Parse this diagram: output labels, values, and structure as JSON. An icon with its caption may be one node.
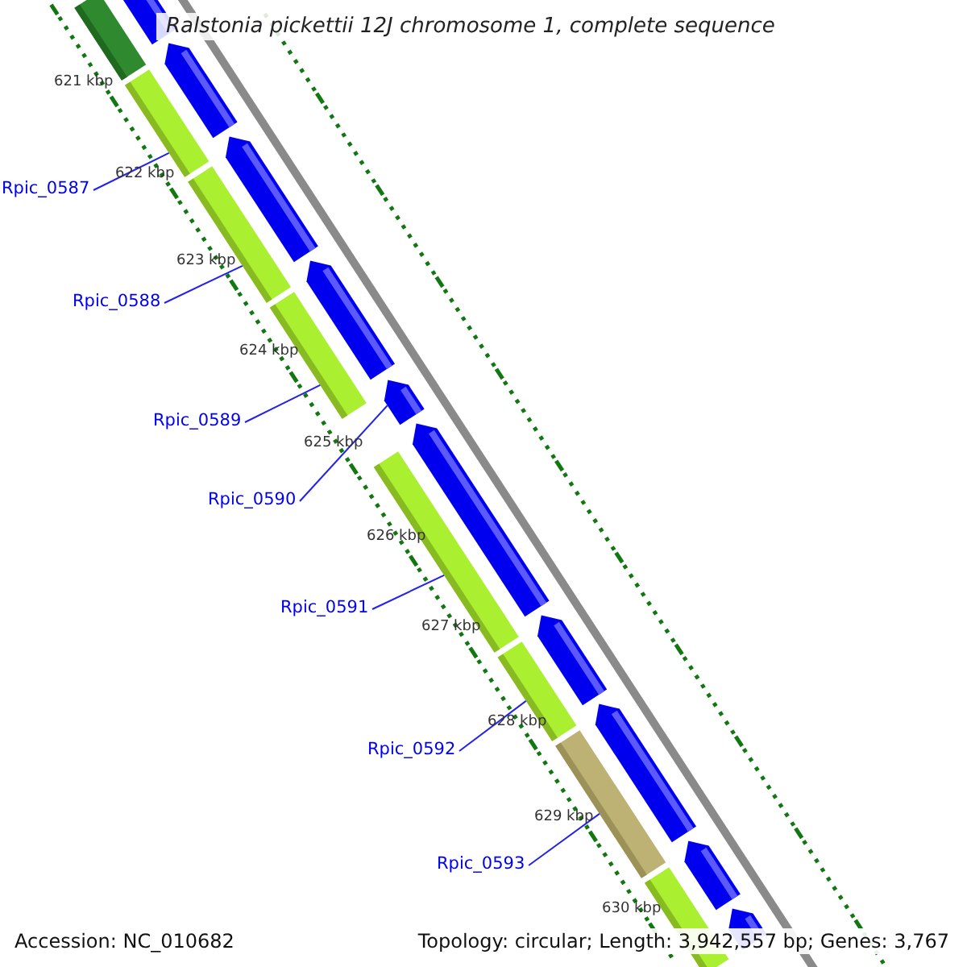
{
  "diagram": {
    "title": "Ralstonia pickettii 12J chromosome 1, complete sequence",
    "nodes": [
      {
        "text": [
          "Rpic_0587"
        ]
      },
      {
        "text": [
          "Rpic_0588"
        ]
      },
      {
        "text": [
          "Rpic_0589"
        ]
      },
      {
        "text": [
          "Rpic_0590"
        ]
      },
      {
        "text": [
          "Rpic_0591"
        ]
      },
      {
        "text": [
          "Rpic_0592"
        ]
      },
      {
        "text": [
          "Rpic_0593"
        ]
      },
      {
        "text": [],
        "shape": "bar"
      },
      {
        "text": [],
        "shape": "bar"
      },
      {
        "text": [],
        "shape": "bar"
      },
      {
        "text": [],
        "shape": "bar"
      },
      {
        "text": [],
        "shape": "bar"
      },
      {
        "text": [],
        "shape": "bar"
      },
      {
        "text": [],
        "shape": "bar"
      },
      {
        "text": [],
        "shape": "bar"
      },
      {
        "text": [],
        "shape": "arrow"
      },
      {
        "text": [],
        "shape": "arrow"
      },
      {
        "text": [],
        "shape": "arrow"
      },
      {
        "text": [],
        "shape": "arrow"
      },
      {
        "text": [],
        "shape": "arrow"
      },
      {
        "text": [],
        "shape": "arrow"
      },
      {
        "text": [],
        "shape": "arrow"
      },
      {
        "text": [],
        "shape": "arrow"
      },
      {
        "text": [],
        "shape": "arrow"
      },
      {
        "text": [],
        "shape": "arrow"
      }
    ],
    "edges": [
      {
        "from": 0,
        "to": 8,
        "arrow": "none"
      },
      {
        "from": 1,
        "to": 9,
        "arrow": "none"
      },
      {
        "from": 2,
        "to": 10,
        "arrow": "none"
      },
      {
        "from": 3,
        "to": 19,
        "arrow": "none"
      },
      {
        "from": 4,
        "to": 11,
        "arrow": "none"
      },
      {
        "from": 5,
        "to": 12,
        "arrow": "none"
      },
      {
        "from": 6,
        "to": 13,
        "arrow": "none"
      }
    ],
    "labels": [
      "621 kbp",
      "622 kbp",
      "623 kbp",
      "624 kbp",
      "625 kbp",
      "626 kbp",
      "627 kbp",
      "628 kbp",
      "629 kbp",
      "630 kbp",
      "Accession: NC_010682",
      "Topology: circular; Length: 3,942,557 bp; Genes: 3,767"
    ]
  }
}
